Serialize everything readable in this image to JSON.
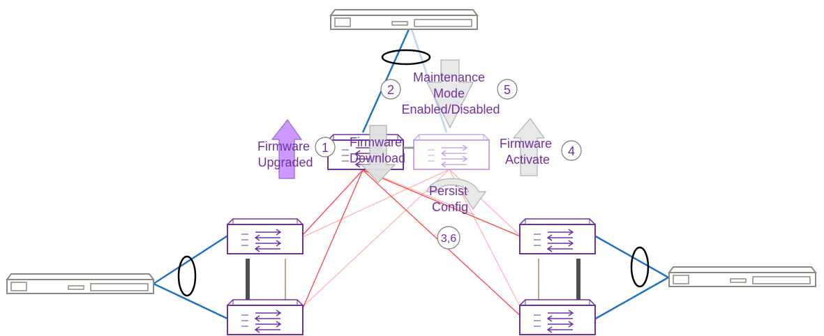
{
  "labels": {
    "firmware_upgraded": [
      "Firmware",
      "Upgraded"
    ],
    "firmware_download": [
      "Firmware",
      "Download"
    ],
    "firmware_activate": [
      "Firmware",
      "Activate"
    ],
    "maintenance_mode": [
      "Maintenance",
      "Mode",
      "Enabled/Disabled"
    ],
    "persist_config": [
      "Persist",
      "Config"
    ]
  },
  "steps": {
    "step1": "1",
    "step2": "2",
    "step3_6": "3,6",
    "step4": "4",
    "step5": "5"
  },
  "colors": {
    "label_text": "#7030a0",
    "switch_outline": "#7030a0",
    "switch_outline_faded": "#c9a6e6",
    "server_outline": "#8a8a80",
    "server_link": "#1f73c2",
    "red_link": "#ff0000",
    "red_link_faded": "#ffb3b3",
    "upgrade_arrow": "#cc99ff",
    "grey_arrow": "#d9d9d9"
  },
  "icons": {
    "server": "rack-server-icon",
    "switch": "network-switch-icon",
    "lag": "link-aggregation-ellipse-icon"
  }
}
